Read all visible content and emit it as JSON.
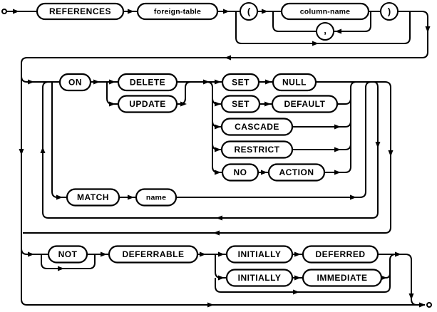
{
  "colors": {
    "line": "#000000",
    "background": "#ffffff"
  },
  "nodes": {
    "references": {
      "label": "REFERENCES",
      "type": "keyword"
    },
    "foreign_table": {
      "label": "foreign-table",
      "type": "variable"
    },
    "open_paren": {
      "label": "(",
      "type": "literal"
    },
    "column_name": {
      "label": "column-name",
      "type": "variable"
    },
    "close_paren": {
      "label": ")",
      "type": "literal"
    },
    "comma": {
      "label": ",",
      "type": "literal"
    },
    "on": {
      "label": "ON",
      "type": "keyword"
    },
    "delete": {
      "label": "DELETE",
      "type": "keyword"
    },
    "update": {
      "label": "UPDATE",
      "type": "keyword"
    },
    "set1": {
      "label": "SET",
      "type": "keyword"
    },
    "null": {
      "label": "NULL",
      "type": "keyword"
    },
    "set2": {
      "label": "SET",
      "type": "keyword"
    },
    "default": {
      "label": "DEFAULT",
      "type": "keyword"
    },
    "cascade": {
      "label": "CASCADE",
      "type": "keyword"
    },
    "restrict": {
      "label": "RESTRICT",
      "type": "keyword"
    },
    "no": {
      "label": "NO",
      "type": "keyword"
    },
    "action": {
      "label": "ACTION",
      "type": "keyword"
    },
    "match": {
      "label": "MATCH",
      "type": "keyword"
    },
    "name": {
      "label": "name",
      "type": "variable"
    },
    "not": {
      "label": "NOT",
      "type": "keyword"
    },
    "deferrable": {
      "label": "DEFERRABLE",
      "type": "keyword"
    },
    "initially1": {
      "label": "INITIALLY",
      "type": "keyword"
    },
    "deferred": {
      "label": "DEFERRED",
      "type": "keyword"
    },
    "initially2": {
      "label": "INITIALLY",
      "type": "keyword"
    },
    "immediate": {
      "label": "IMMEDIATE",
      "type": "keyword"
    }
  }
}
